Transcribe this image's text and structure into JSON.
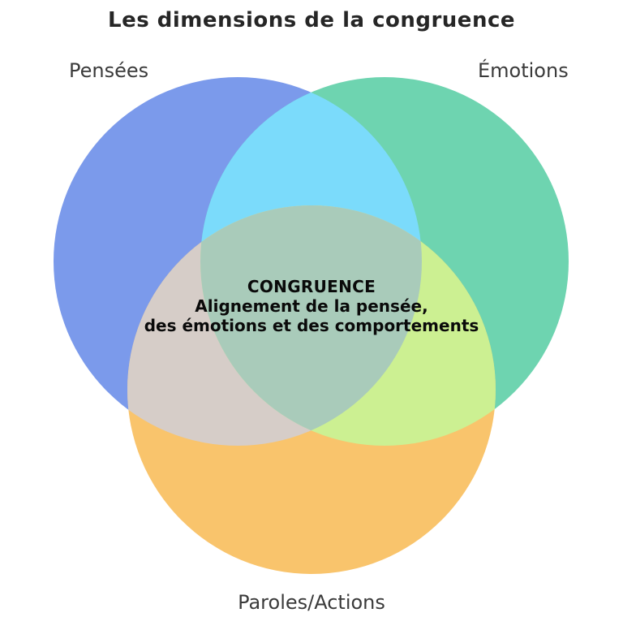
{
  "title": "Les dimensions de la congruence",
  "diagram": {
    "type": "venn-3",
    "background": "#ffffff",
    "sets": [
      {
        "id": "pensees",
        "label": "Pensées",
        "color": "#7B9AEB"
      },
      {
        "id": "emotions",
        "label": "Émotions",
        "color": "#6ED4B0"
      },
      {
        "id": "paroles",
        "label": "Paroles/Actions",
        "color": "#F9C46C"
      }
    ],
    "overlaps": {
      "pensees_emotions": "#7BDBFB",
      "pensees_paroles": "#D6CDC8",
      "emotions_paroles": "#CCF092",
      "center": "#A9CBBA"
    },
    "center_label": {
      "heading": "CONGRUENCE",
      "line1": "Alignement de la pensée,",
      "line2": "des émotions et des comportements"
    }
  }
}
